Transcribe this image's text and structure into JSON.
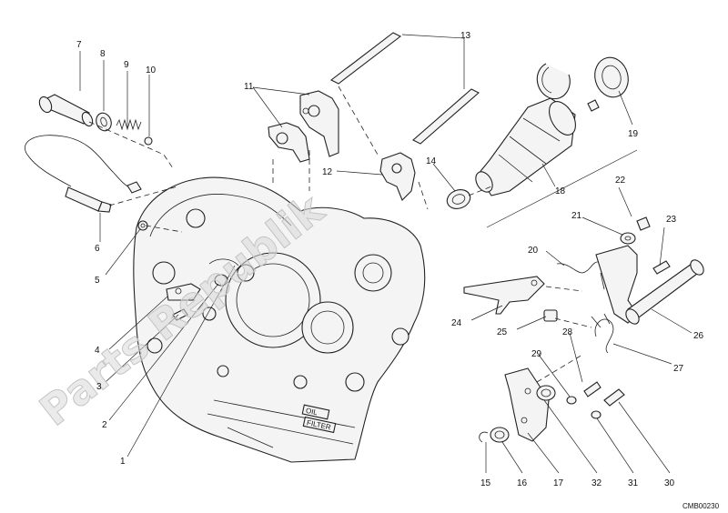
{
  "diagram": {
    "callouts": [
      "1",
      "2",
      "3",
      "4",
      "5",
      "6",
      "7",
      "8",
      "9",
      "10",
      "11",
      "12",
      "13",
      "14",
      "15",
      "16",
      "17",
      "18",
      "19",
      "20",
      "21",
      "22",
      "23",
      "24",
      "25",
      "26",
      "27",
      "28",
      "29",
      "30",
      "31",
      "32"
    ],
    "reference_code": "CMB00230",
    "case_text": {
      "oil": "OIL",
      "filter": "FILTER"
    },
    "watermark": "Parts Republik"
  }
}
